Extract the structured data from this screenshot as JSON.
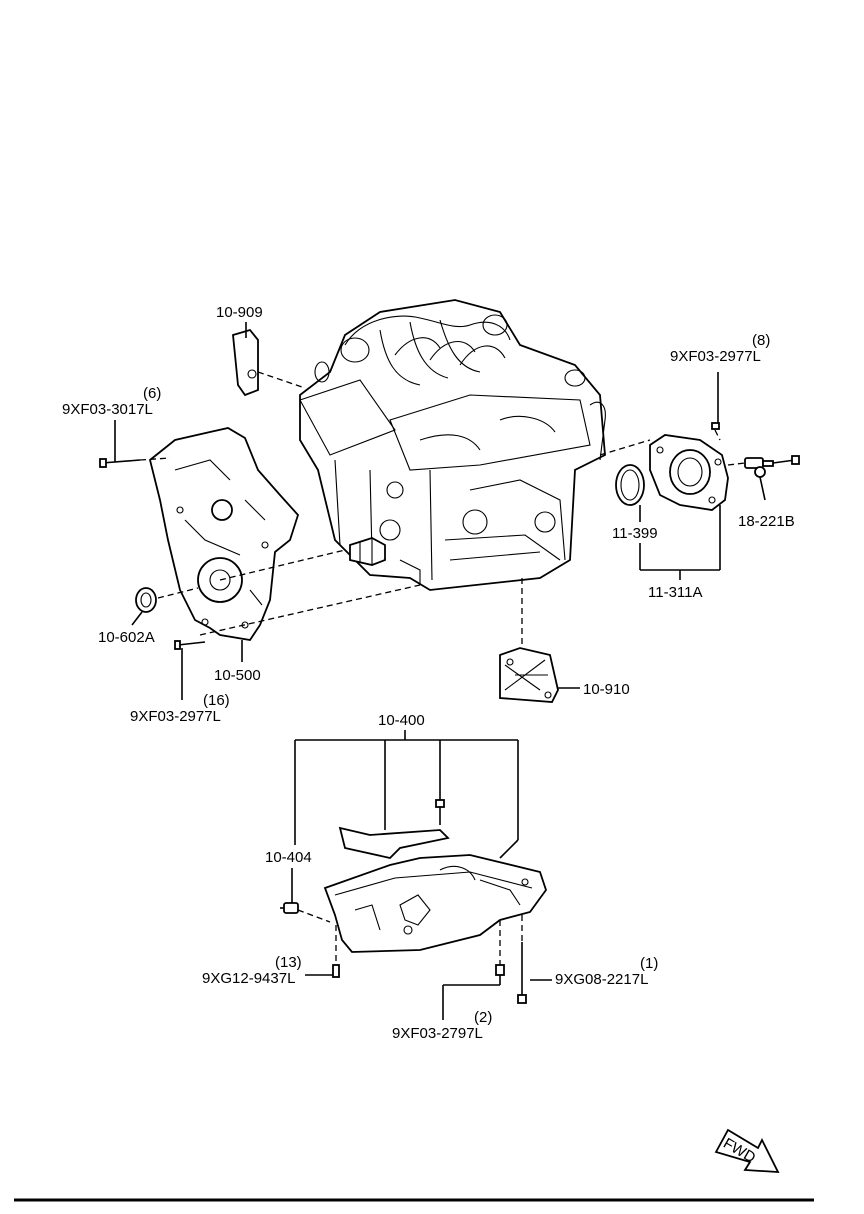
{
  "labels": {
    "p10_909": "10-909",
    "p9xf03_2977l_top_qty": "(8)",
    "p9xf03_2977l_top": "9XF03-2977L",
    "p9xf03_3017l_qty": "(6)",
    "p9xf03_3017l": "9XF03-3017L",
    "p11_399": "11-399",
    "p18_221b": "18-221B",
    "p11_311a": "11-311A",
    "p10_602a": "10-602A",
    "p10_500": "10-500",
    "p9xf03_2977l_bot_qty": "(16)",
    "p9xf03_2977l_bot": "9XF03-2977L",
    "p10_910": "10-910",
    "p10_400": "10-400",
    "p10_404": "10-404",
    "p9xg12_9437l_qty": "(13)",
    "p9xg12_9437l": "9XG12-9437L",
    "p9xg08_2217l_qty": "(1)",
    "p9xg08_2217l": "9XG08-2217L",
    "p9xf03_2797l_qty": "(2)",
    "p9xf03_2797l": "9XF03-2797L",
    "fwd": "FWD"
  }
}
